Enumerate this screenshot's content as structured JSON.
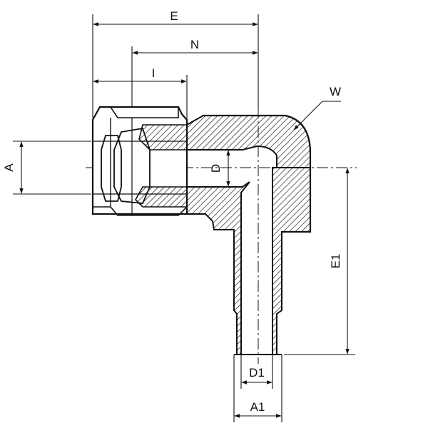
{
  "labels": {
    "E": "E",
    "N": "N",
    "I": "I",
    "W": "W",
    "A": "A",
    "D": "D",
    "E1": "E1",
    "D1": "D1",
    "A1": "A1"
  },
  "colors": {
    "ink": "#111111",
    "background": "#ffffff"
  }
}
